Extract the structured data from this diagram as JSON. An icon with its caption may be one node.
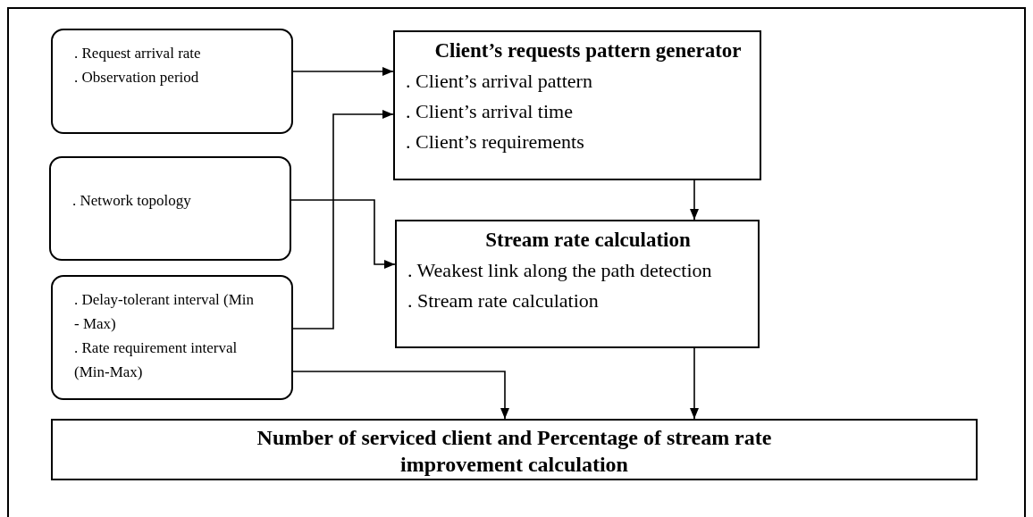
{
  "diagram": {
    "nodes": [
      {
        "text": [
          ". Request arrival rate",
          ". Observation period"
        ]
      },
      {
        "text": [
          "Client’s requests pattern generator",
          ". Client’s arrival pattern",
          ". Client’s arrival time",
          ". Client’s requirements"
        ]
      },
      {
        "text": [
          ". Network topology"
        ]
      },
      {
        "text": [
          ". Delay-tolerant interval (Min - Max)",
          ". Rate requirement interval (Min-Max)"
        ]
      },
      {
        "text": [
          "Stream rate calculation",
          ". Weakest link along the path detection",
          ". Stream rate calculation"
        ]
      },
      {
        "text": [
          "Number of serviced client and Percentage of stream rate improvement calculation"
        ]
      }
    ],
    "edges": [
      {
        "from": 0,
        "to": 1,
        "arrow": "to"
      },
      {
        "from": 3,
        "to": 1,
        "arrow": "to"
      },
      {
        "from": 2,
        "to": 4,
        "arrow": "to"
      },
      {
        "from": 1,
        "to": 4,
        "arrow": "to"
      },
      {
        "from": 3,
        "to": 5,
        "arrow": "to"
      },
      {
        "from": 4,
        "to": 5,
        "arrow": "to"
      }
    ]
  }
}
